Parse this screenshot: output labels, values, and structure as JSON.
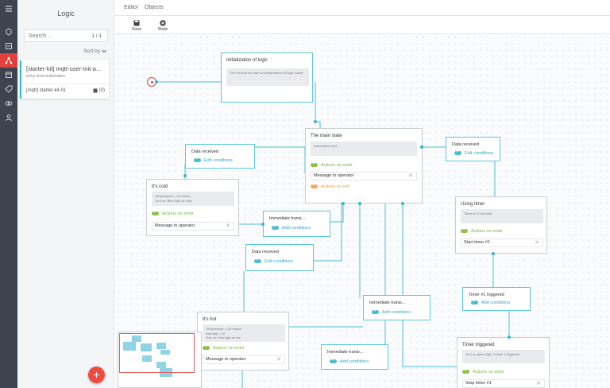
{
  "sidebar": {
    "title": "Logic",
    "search_placeholder": "Search ...",
    "pager": "1 / 1",
    "sort_label": "Sort by",
    "card": {
      "name": "[starter-kit] mqtt-user-init-a...",
      "description": "entry level automation",
      "tag": "[mqtt] starter-kit-01",
      "count": "(0)"
    }
  },
  "rail_icons": [
    "menu-icon",
    "devices-icon",
    "dashboard-icon",
    "logic-icon",
    "calendar-icon",
    "tag-icon",
    "integrations-icon",
    "user-icon"
  ],
  "tabs": [
    "Editor",
    "Objects"
  ],
  "toolbar": {
    "save": "Save",
    "state": "State"
  },
  "nodes": {
    "init": {
      "title": "Initialization of logic",
      "desc": "The event at the start of interpretation of logic model"
    },
    "main": {
      "title": "The main state",
      "desc": "Automation start",
      "on_enter": "Actions on enter",
      "action": "Message to operator",
      "on_exit": "Actions on exit"
    },
    "cold": {
      "title": "It's cold",
      "desc1": "Temperature < 15 celsius",
      "desc2": "Turn on: Blue light as cold",
      "on_enter": "Actions on enter",
      "action": "Message to operator"
    },
    "hot": {
      "title": "It's hot",
      "desc1": "Temperature > 28 celsius",
      "desc2": "Humidity > 20",
      "desc3": "Turn on: Red light as hot",
      "on_enter": "Actions on enter",
      "action": "Message to operator"
    },
    "timer": {
      "title": "Using timer",
      "desc": "Timer for 5 seconds",
      "on_enter": "Actions on enter",
      "action": "Start timer #1"
    },
    "triggered": {
      "title": "Timer triggered",
      "desc": "Turn on green light, if timer 1 triggered",
      "on_enter": "Actions on enter",
      "action": "Stop timer #1"
    }
  },
  "transitions": {
    "dr1": {
      "title": "Data received",
      "link": "Edit conditions"
    },
    "dr2": {
      "title": "Data received",
      "link": "Edit conditions"
    },
    "dr3": {
      "title": "Data received",
      "link": "Edit conditions"
    },
    "it1": {
      "title": "Immediate transi...",
      "link": "Add conditions"
    },
    "it2": {
      "title": "Immediate transi...",
      "link": "Add conditions"
    },
    "it3": {
      "title": "Immediate transi...",
      "link": "Add conditions"
    },
    "t1": {
      "title": "Timer #1 triggered",
      "link": "Add conditions"
    }
  },
  "colors": {
    "accent": "#31b7cf",
    "active_rail": "#e2403c",
    "fab": "#ef4b3f",
    "enter": "#8bc34a",
    "exit": "#f7a85a"
  },
  "fab_label": "+",
  "remove_icon": "✕"
}
